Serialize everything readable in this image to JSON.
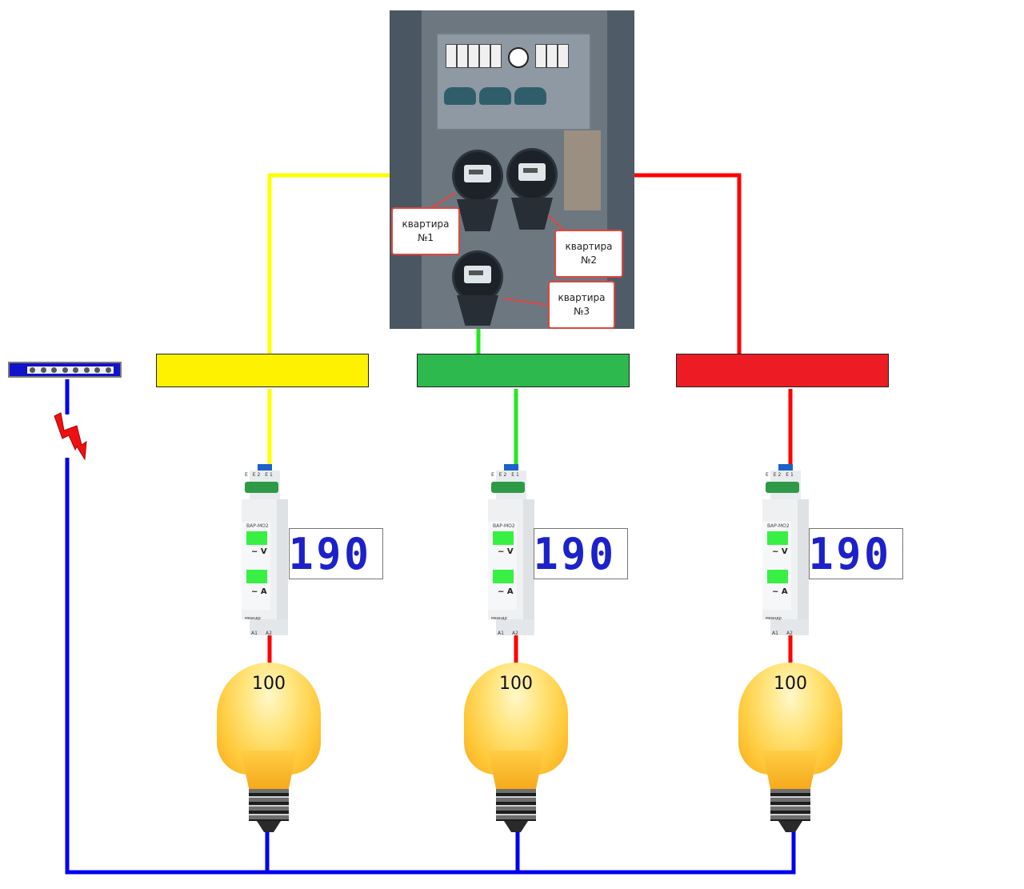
{
  "diagram": {
    "title_visible": "",
    "meter_labels": [
      {
        "line1": "квартира",
        "line2": "№1"
      },
      {
        "line1": "квартира",
        "line2": "№2"
      },
      {
        "line1": "квартира",
        "line2": "№3"
      }
    ],
    "branches": [
      {
        "name": "apartment-1",
        "phase_color": "#ffff00",
        "bus_color": "#fff200",
        "display_value": "190",
        "lamp_watts": "100"
      },
      {
        "name": "apartment-3",
        "phase_color": "#22e822",
        "bus_color": "#2db94d",
        "display_value": "190",
        "lamp_watts": "100"
      },
      {
        "name": "apartment-2",
        "phase_color": "#ff0000",
        "bus_color": "#ed1c24",
        "display_value": "190",
        "lamp_watts": "100"
      }
    ],
    "relay": {
      "model": "ВАР-МО2",
      "unit_voltage": "~ V",
      "unit_current": "~ A",
      "terminals_top": "E  E2  E1",
      "terminal_a1": "A1",
      "terminal_a2": "A2",
      "brand": "меандр"
    },
    "neutral_color": "#0000ee",
    "fault_color": "#ee1111"
  }
}
